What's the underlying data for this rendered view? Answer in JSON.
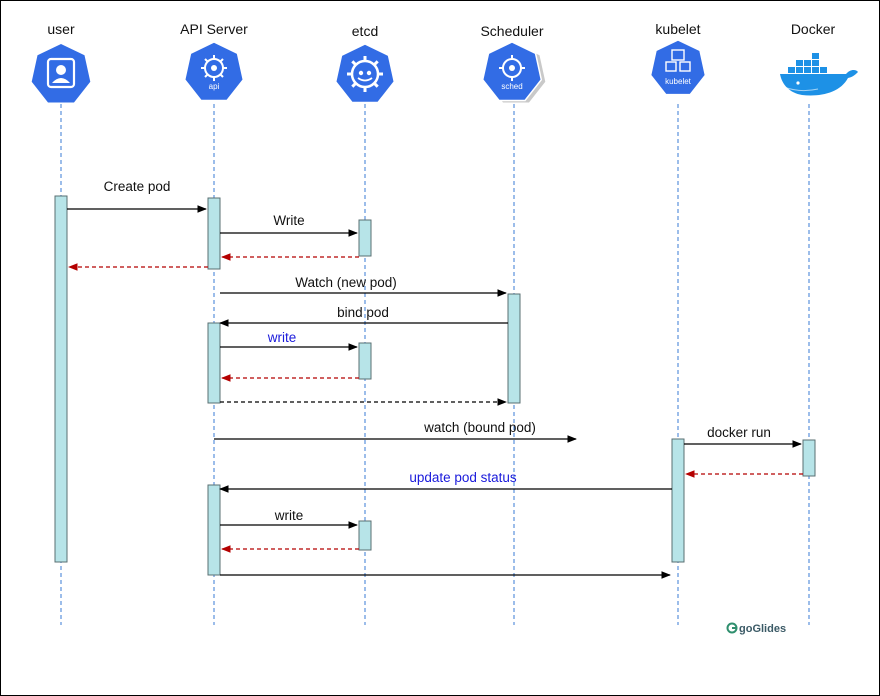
{
  "actors": [
    {
      "id": "user",
      "label": "user",
      "icon": "user-icon"
    },
    {
      "id": "api",
      "label": "API Server",
      "icon": "api-server-icon",
      "badge": "api"
    },
    {
      "id": "etcd",
      "label": "etcd",
      "icon": "etcd-icon"
    },
    {
      "id": "sched",
      "label": "Scheduler",
      "icon": "scheduler-icon",
      "badge": "sched"
    },
    {
      "id": "kubelet",
      "label": "kubelet",
      "icon": "kubelet-icon",
      "badge": "kubelet"
    },
    {
      "id": "docker",
      "label": "Docker",
      "icon": "docker-whale-icon"
    }
  ],
  "messages": [
    {
      "label": "Create pod",
      "color": "black"
    },
    {
      "label": "Write",
      "color": "black"
    },
    {
      "label": "",
      "color": "red"
    },
    {
      "label": "",
      "color": "red"
    },
    {
      "label": "Watch (new pod)",
      "color": "black"
    },
    {
      "label": "bind pod",
      "color": "black"
    },
    {
      "label": "write",
      "color": "blue"
    },
    {
      "label": "",
      "color": "red"
    },
    {
      "label": "",
      "color": "black"
    },
    {
      "label": "watch (bound pod)",
      "color": "black"
    },
    {
      "label": "docker run",
      "color": "black"
    },
    {
      "label": "",
      "color": "red"
    },
    {
      "label": "update pod status",
      "color": "blue"
    },
    {
      "label": "write",
      "color": "black"
    },
    {
      "label": "",
      "color": "red"
    },
    {
      "label": "",
      "color": "black"
    }
  ],
  "brand": {
    "name": "goGlides"
  },
  "colors": {
    "lifeline": "#3a7bd5",
    "activation_fill": "#b7e4e8",
    "activation_stroke": "#5a6f72",
    "icon_blue": "#326ce5",
    "return_red": "#b40000",
    "label_blue": "#1a1adb"
  }
}
